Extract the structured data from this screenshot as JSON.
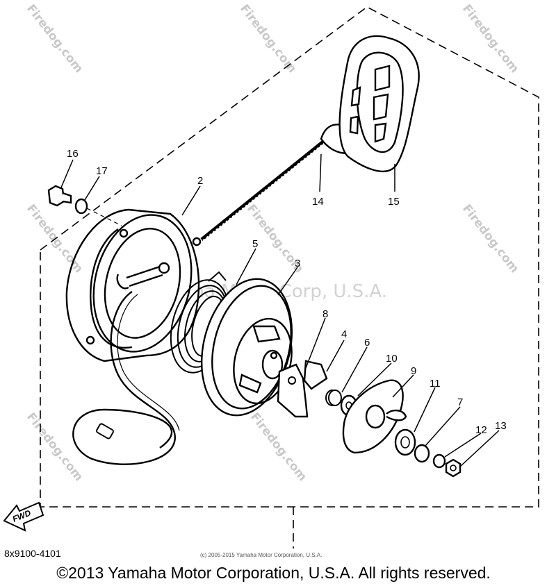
{
  "watermarks": {
    "site": "Firedog.com",
    "center": "Yamaha Motor Corp, U.S.A."
  },
  "fwd_label": "FWD",
  "callouts": [
    {
      "id": "c1",
      "label": "2"
    },
    {
      "id": "c2",
      "label": "3"
    },
    {
      "id": "c3",
      "label": "4"
    },
    {
      "id": "c4",
      "label": "5"
    },
    {
      "id": "c5",
      "label": "6"
    },
    {
      "id": "c6",
      "label": "7"
    },
    {
      "id": "c7",
      "label": "8"
    },
    {
      "id": "c8",
      "label": "9"
    },
    {
      "id": "c9",
      "label": "10"
    },
    {
      "id": "c10",
      "label": "11"
    },
    {
      "id": "c11",
      "label": "12"
    },
    {
      "id": "c12",
      "label": "13"
    },
    {
      "id": "c13",
      "label": "14"
    },
    {
      "id": "c14",
      "label": "15"
    },
    {
      "id": "c15",
      "label": "16"
    },
    {
      "id": "c16",
      "label": "17"
    }
  ],
  "document_number": "8x9100-4101",
  "small_copyright": "(c) 2005-2015 Yamaha Motor Corporation, U.S.A.",
  "footer_copyright": "©2013 Yamaha Motor Corporation, U.S.A. All rights reserved.",
  "colors": {
    "line": "#000000",
    "watermark": "#c9c9c9",
    "background": "#ffffff"
  }
}
